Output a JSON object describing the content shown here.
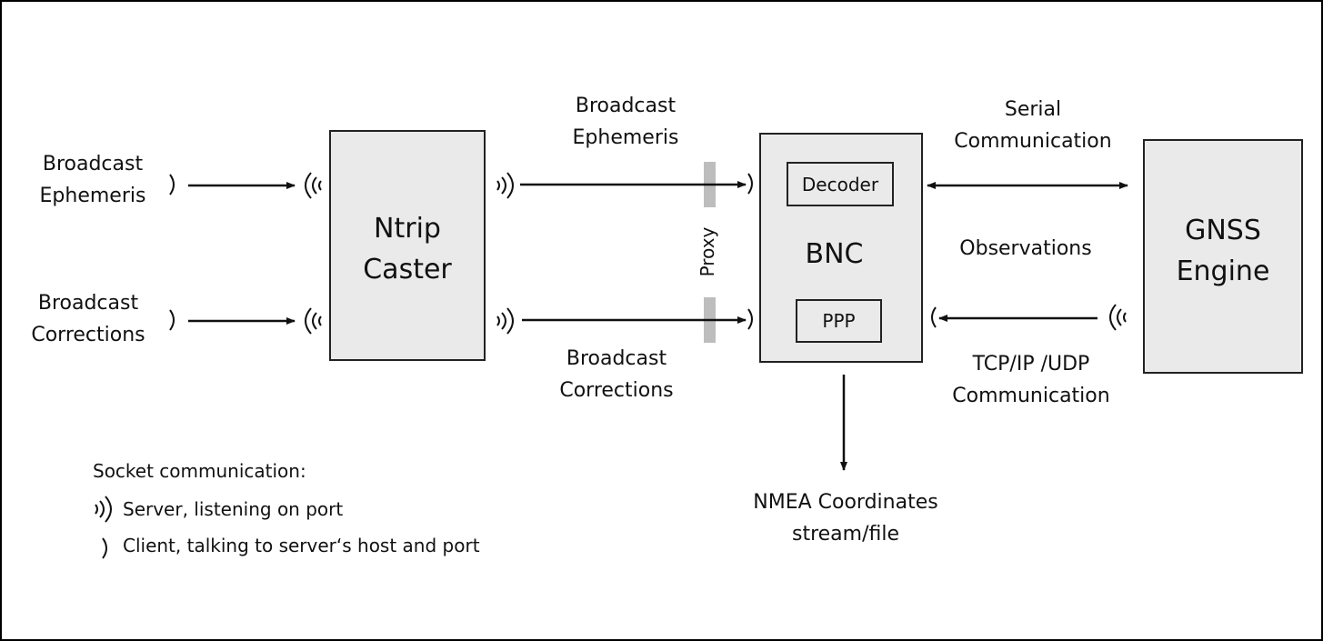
{
  "nodes": {
    "ntrip_caster": {
      "line1": "Ntrip",
      "line2": "Caster"
    },
    "bnc": {
      "label": "BNC",
      "decoder": "Decoder",
      "ppp": "PPP"
    },
    "gnss_engine": {
      "line1": "GNSS",
      "line2": "Engine"
    }
  },
  "inputs": {
    "ephemeris": {
      "line1": "Broadcast",
      "line2": "Ephemeris"
    },
    "corrections": {
      "line1": "Broadcast",
      "line2": "Corrections"
    }
  },
  "edges": {
    "top_link": {
      "line1": "Broadcast",
      "line2": "Ephemeris"
    },
    "bottom_link": {
      "line1": "Broadcast",
      "line2": "Corrections"
    },
    "proxy": "Proxy",
    "serial": {
      "line1": "Serial",
      "line2": "Communication"
    },
    "observations": "Observations",
    "tcpip": {
      "line1": "TCP/IP /UDP",
      "line2": "Communication"
    },
    "nmea": {
      "line1": "NMEA Coordinates",
      "line2": "stream/file"
    }
  },
  "legend": {
    "title": "Socket communication:",
    "server": "Server, listening on port",
    "client": "Client, talking to server‘s host and port"
  },
  "colors": {
    "box_fill": "#eaeaea",
    "proxy_bar": "#bdbdbd",
    "stroke": "#111111"
  }
}
